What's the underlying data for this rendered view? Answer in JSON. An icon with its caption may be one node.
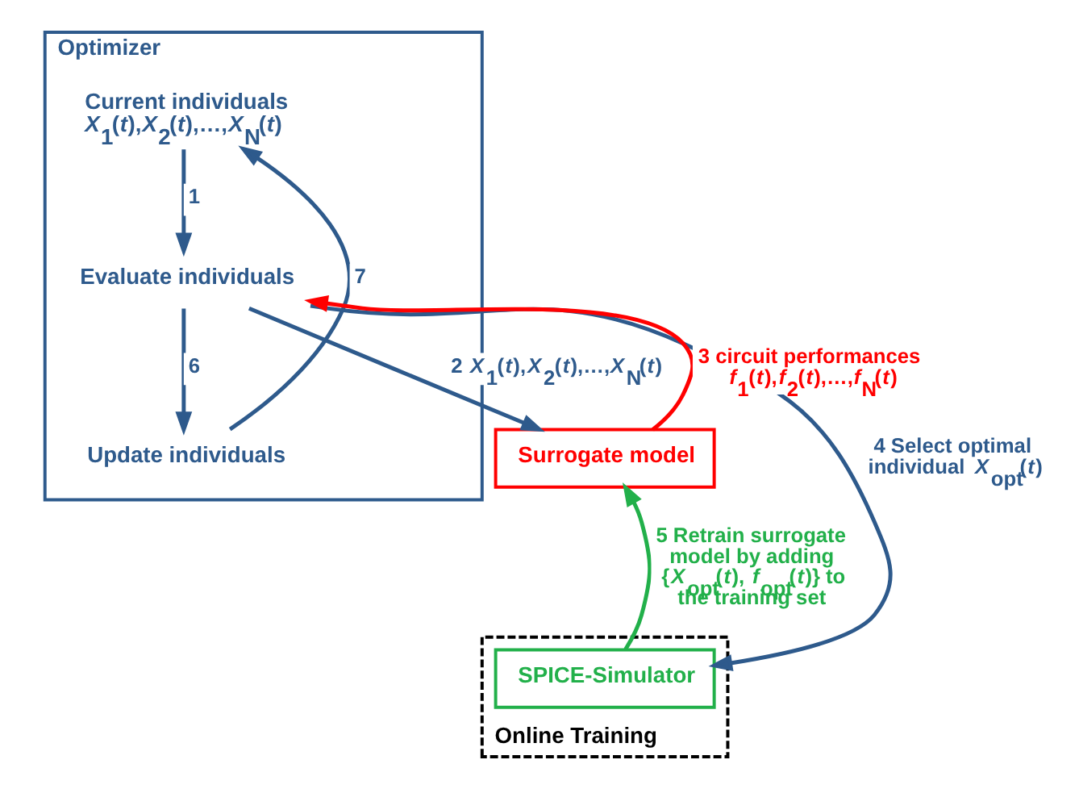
{
  "diagram": {
    "nodes": [
      {
        "text": [
          "Optimizer"
        ]
      },
      {
        "text": [
          "Current individuals",
          "*X*$_{1}$(*t*),*X*$_{2}$(*t*),…,*X*$_{N}$(*t*)"
        ],
        "in": 0
      },
      {
        "text": [
          "Evaluate individuals"
        ],
        "in": 0
      },
      {
        "text": [
          "Update individuals"
        ],
        "in": 0
      },
      {
        "text": [
          "Surrogate model"
        ]
      },
      {
        "text": [
          "Online Training"
        ]
      },
      {
        "text": [
          "SPICE-Simulator"
        ],
        "in": 5
      }
    ],
    "edges": [
      {
        "from": 1,
        "to": 2,
        "arrow": "to",
        "label": "1"
      },
      {
        "from": 2,
        "to": 4,
        "arrow": "to",
        "label": "2 *X*$_{1}$(*t*),*X*$_{2}$(*t*),…,*X*$_{N}$(*t*)"
      },
      {
        "from": 4,
        "to": 2,
        "arrow": "to",
        "color": "#ff0000",
        "label": "3 circuit performances *f*$_{1}$(*t*),*f*$_{2}$(*t*),…,*f*$_{N}$(*t*)"
      },
      {
        "from": 2,
        "to": 6,
        "arrow": "to",
        "label": "4 Select optimal individual *X*$_{opt}$(*t*)"
      },
      {
        "from": 6,
        "to": 4,
        "arrow": "to",
        "color": "#22b04a",
        "label": "5 Retrain surrogate model by adding {*X*$_{opt}$(*t*), *f*$_{opt}$(*t*)} to the training set"
      },
      {
        "from": 2,
        "to": 3,
        "arrow": "to",
        "label": "6"
      },
      {
        "from": 3,
        "to": 1,
        "arrow": "to",
        "label": "7"
      }
    ]
  }
}
